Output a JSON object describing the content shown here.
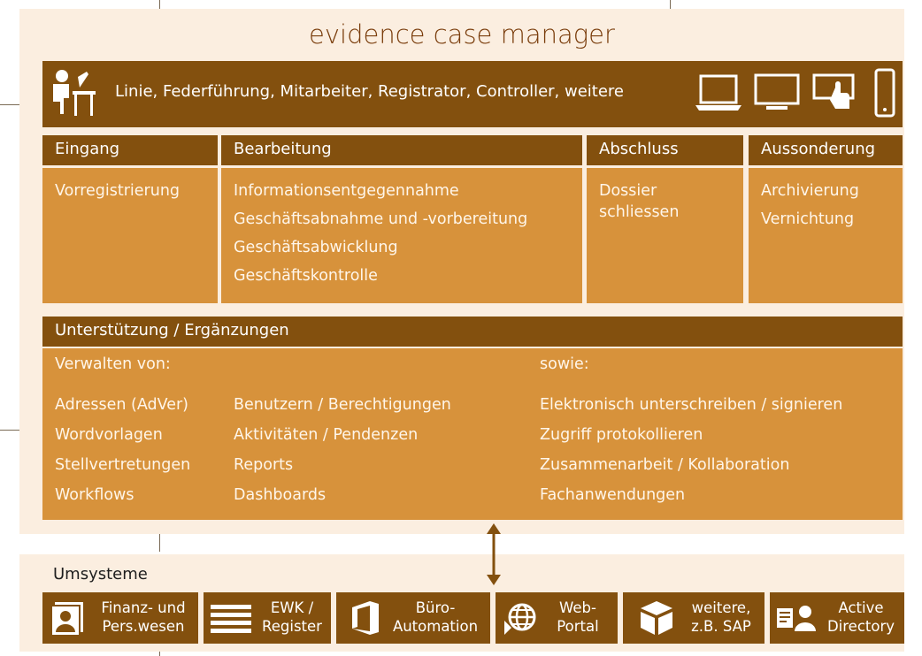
{
  "title": "evidence case manager",
  "users": {
    "label": "Linie, Federführung, Mitarbeiter, Registrator, Controller, weitere",
    "user_icon": "user-at-desk-icon",
    "device_icons": [
      "laptop-icon",
      "desktop-monitor-icon",
      "touch-device-icon",
      "smartphone-icon"
    ]
  },
  "phases": [
    {
      "header": "Eingang",
      "items": [
        "Vorregistrierung"
      ]
    },
    {
      "header": "Bearbeitung",
      "items": [
        "Informationsentgegennahme",
        "Geschäftsabnahme und -vorbereitung",
        "Geschäftsabwicklung",
        "Geschäftskontrolle"
      ]
    },
    {
      "header": "Abschluss",
      "items": [
        "Dossier",
        "schliessen"
      ]
    },
    {
      "header": "Aussonderung",
      "items": [
        "Archivierung",
        "Vernichtung"
      ]
    }
  ],
  "support": {
    "header": "Unterstützung / Ergänzungen",
    "manage_heading": "Verwalten von:",
    "also_heading": "sowie:",
    "col1": [
      "Adressen (AdVer)",
      "Wordvorlagen",
      "Stellvertretungen",
      "Workflows"
    ],
    "col2": [
      "Benutzern / Berechtigungen",
      "Aktivitäten / Pendenzen",
      "Reports",
      "Dashboards"
    ],
    "col3": [
      "Elektronisch unterschreiben / signieren",
      "Zugriff protokollieren",
      "Zusammenarbeit / Kollaboration",
      "Fachanwendungen"
    ]
  },
  "umsysteme": {
    "label": "Umsysteme",
    "systems": [
      {
        "label": "Finanz- und\nPers.wesen",
        "icon": "contact-card-icon"
      },
      {
        "label": "EWK /\nRegister",
        "icon": "list-lines-icon"
      },
      {
        "label": "Büro-\nAutomation",
        "icon": "office-icon"
      },
      {
        "label": "Web-\nPortal",
        "icon": "globe-icon"
      },
      {
        "label": "weitere,\nz.B. SAP",
        "icon": "box-icon"
      },
      {
        "label": "Active\nDirectory",
        "icon": "directory-user-icon"
      }
    ]
  },
  "colors": {
    "dark_brown": "#83500e",
    "orange": "#d7923b",
    "frame_bg": "#fbeee0",
    "title_color": "#7a3d0c"
  }
}
